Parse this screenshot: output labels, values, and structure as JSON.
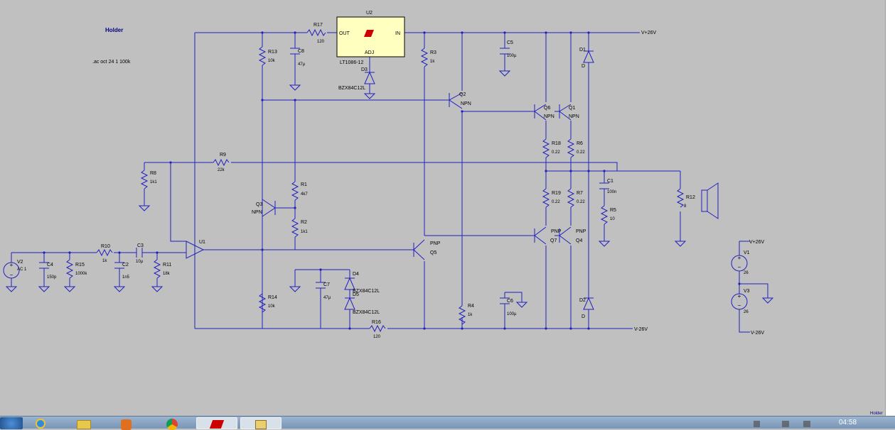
{
  "colors": {
    "wire": "#2020c0",
    "label": "#000080",
    "highlight": "#0000ee",
    "regulator_fill": "#ffffc0",
    "logo_red": "#cc0000"
  },
  "schematic": {
    "directive": ".ac oct 24 1 100k",
    "holder_label": "Holder",
    "nets": {
      "vpos": "V+26V",
      "vneg": "V-26V"
    },
    "regulator": {
      "ref": "U2",
      "part": "LT1086-12",
      "pin_out": "OUT",
      "pin_in": "IN",
      "pin_adj": "ADJ"
    },
    "opamp": {
      "ref": "U1"
    },
    "resistors": [
      {
        "ref": "R17",
        "value": "120"
      },
      {
        "ref": "R13",
        "value": "10k"
      },
      {
        "ref": "R3",
        "value": "1k"
      },
      {
        "ref": "R8",
        "value": "1k1"
      },
      {
        "ref": "R9",
        "value": "22k"
      },
      {
        "ref": "R1",
        "value": "4k7"
      },
      {
        "ref": "R2",
        "value": "1k1"
      },
      {
        "ref": "R18",
        "value": "0.22"
      },
      {
        "ref": "R6",
        "value": "0.22"
      },
      {
        "ref": "R19",
        "value": "0.22"
      },
      {
        "ref": "R7",
        "value": "0.22"
      },
      {
        "ref": "R5",
        "value": "10"
      },
      {
        "ref": "R12",
        "value": "8"
      },
      {
        "ref": "R10",
        "value": "1k"
      },
      {
        "ref": "R15",
        "value": "1000k"
      },
      {
        "ref": "R11",
        "value": "18k"
      },
      {
        "ref": "R14",
        "value": "10k"
      },
      {
        "ref": "R4",
        "value": "1k"
      },
      {
        "ref": "R16",
        "value": "120"
      }
    ],
    "capacitors": [
      {
        "ref": "C8",
        "value": "47µ"
      },
      {
        "ref": "C5",
        "value": "100µ"
      },
      {
        "ref": "C1",
        "value": "100n"
      },
      {
        "ref": "C4",
        "value": "150p"
      },
      {
        "ref": "C2",
        "value": "1n5"
      },
      {
        "ref": "C3",
        "value": "10µ"
      },
      {
        "ref": "C7",
        "value": "47µ"
      },
      {
        "ref": "C6",
        "value": "100µ"
      }
    ],
    "transistors": [
      {
        "ref": "Q2",
        "type": "NPN"
      },
      {
        "ref": "Q6",
        "type": "NPN"
      },
      {
        "ref": "Q1",
        "type": "NPN"
      },
      {
        "ref": "Q3",
        "type": "NPN"
      },
      {
        "ref": "Q5",
        "type": "PNP"
      },
      {
        "ref": "Q7",
        "type": "PNP"
      },
      {
        "ref": "Q4",
        "type": "PNP"
      }
    ],
    "diodes": [
      {
        "ref": "D3",
        "part": "BZX84C12L"
      },
      {
        "ref": "D4",
        "part": "BZX84C12L"
      },
      {
        "ref": "D5",
        "part": "BZX84C12L"
      },
      {
        "ref": "D1",
        "part": "D"
      },
      {
        "ref": "D2",
        "part": "D"
      }
    ],
    "sources": [
      {
        "ref": "V2",
        "value": "AC 1"
      },
      {
        "ref": "V1",
        "value": "26"
      },
      {
        "ref": "V3",
        "value": "26"
      }
    ]
  },
  "taskbar": {
    "clock": "04:58",
    "apps": [
      "ie-icon",
      "explorer-icon",
      "media-player-icon",
      "chrome-icon",
      "ltspice-icon",
      "paint-icon"
    ]
  }
}
